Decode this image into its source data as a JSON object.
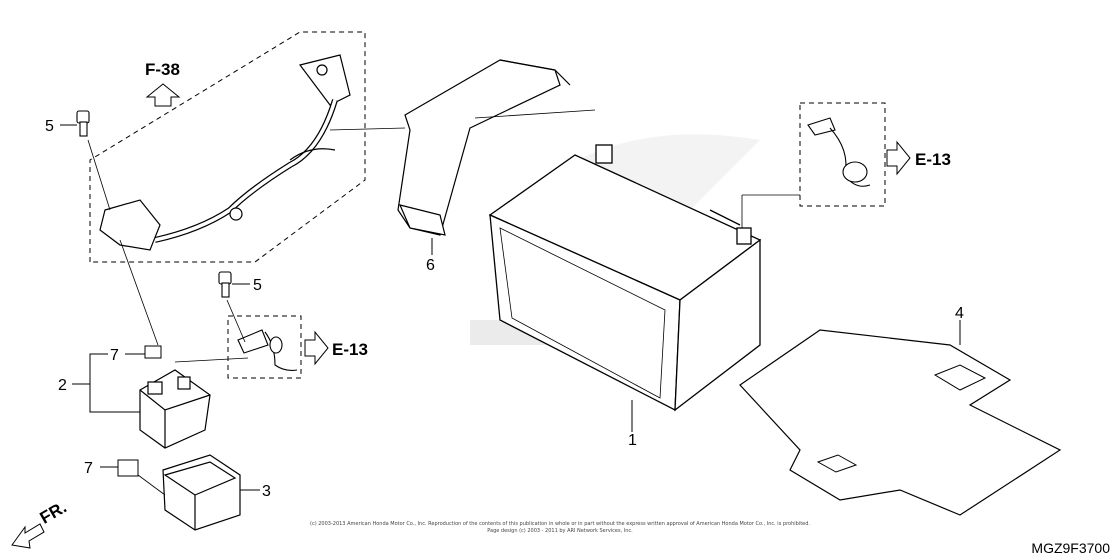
{
  "callouts": {
    "p1": "1",
    "p2": "2",
    "p3": "3",
    "p4": "4",
    "p5a": "5",
    "p5b": "5",
    "p6": "6",
    "p7a": "7",
    "p7b": "7"
  },
  "refs": {
    "f38": "F-38",
    "e13_left": "E-13",
    "e13_right": "E-13",
    "front": "FR."
  },
  "footer": {
    "copyright_line1": "(c) 2003-2013 American Honda Motor Co., Inc. Reproduction of the contents of this publication in whole or in part without the express written approval of American Honda Motor Co., Inc. is prohibited.",
    "copyright_line2": "Page design (c) 2003 - 2011 by ARI Network Services, Inc."
  },
  "diagram_code": "MGZ9F3700"
}
